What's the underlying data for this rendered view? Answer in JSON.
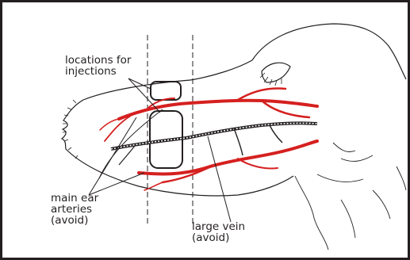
{
  "labels": {
    "injection_locations": [
      "locations for",
      "injections"
    ],
    "main_ear_arteries": [
      "main ear",
      "arteries",
      "(avoid)"
    ],
    "large_vein": [
      "large vein",
      "(avoid)"
    ]
  },
  "colors": {
    "outline": "#231f20",
    "artery": "#d5201f",
    "background": "#ffffff"
  }
}
